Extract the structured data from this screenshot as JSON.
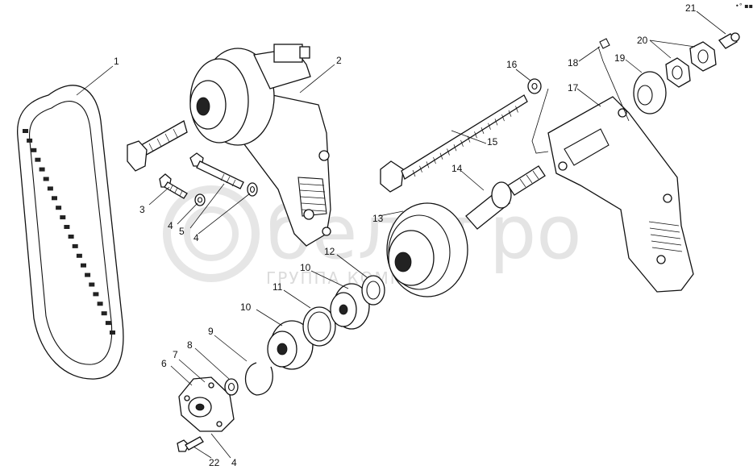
{
  "watermark": {
    "brand": "белагро",
    "tagline": "ГРУППА КОМПАНИЙ"
  },
  "corner_mark": "•° ▪▪▪",
  "callouts": [
    {
      "id": "1",
      "text": "1"
    },
    {
      "id": "2",
      "text": "2"
    },
    {
      "id": "3",
      "text": "3"
    },
    {
      "id": "4a",
      "text": "4"
    },
    {
      "id": "4b",
      "text": "4"
    },
    {
      "id": "4c",
      "text": "4"
    },
    {
      "id": "5",
      "text": "5"
    },
    {
      "id": "6",
      "text": "6"
    },
    {
      "id": "7",
      "text": "7"
    },
    {
      "id": "8",
      "text": "8"
    },
    {
      "id": "9",
      "text": "9"
    },
    {
      "id": "10a",
      "text": "10"
    },
    {
      "id": "10b",
      "text": "10"
    },
    {
      "id": "11",
      "text": "11"
    },
    {
      "id": "12",
      "text": "12"
    },
    {
      "id": "13",
      "text": "13"
    },
    {
      "id": "14",
      "text": "14"
    },
    {
      "id": "15",
      "text": "15"
    },
    {
      "id": "16",
      "text": "16"
    },
    {
      "id": "17",
      "text": "17"
    },
    {
      "id": "18",
      "text": "18"
    },
    {
      "id": "19",
      "text": "19"
    },
    {
      "id": "20",
      "text": "20"
    },
    {
      "id": "21",
      "text": "21"
    },
    {
      "id": "22",
      "text": "22"
    }
  ]
}
